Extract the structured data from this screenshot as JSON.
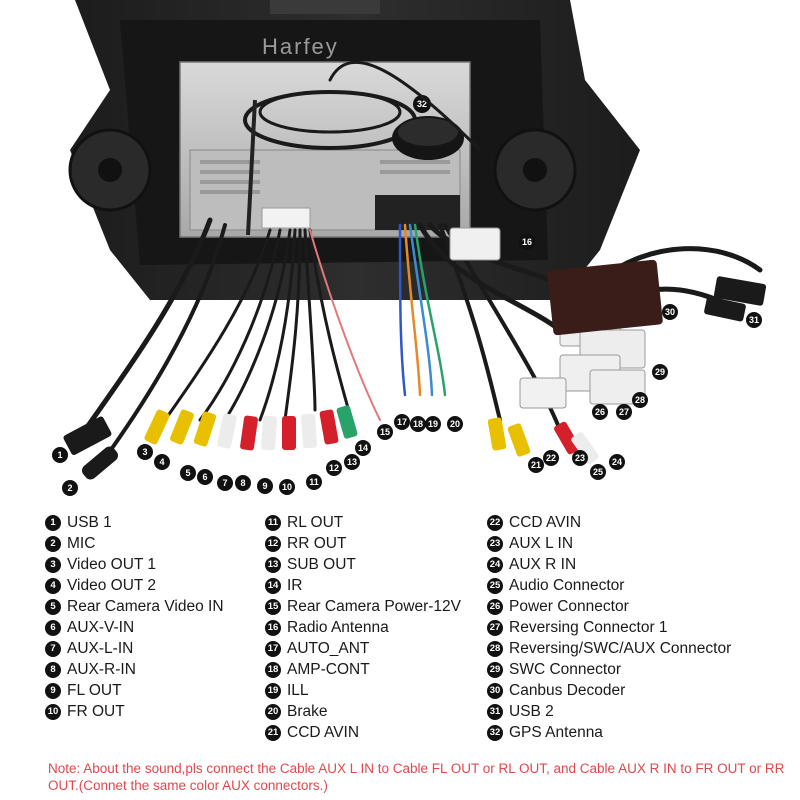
{
  "brand": "Harfey",
  "callout_32": "32",
  "callouts": [
    {
      "n": "1"
    },
    {
      "n": "2"
    },
    {
      "n": "3"
    },
    {
      "n": "4"
    },
    {
      "n": "5"
    },
    {
      "n": "6"
    },
    {
      "n": "7"
    },
    {
      "n": "8"
    },
    {
      "n": "9"
    },
    {
      "n": "10"
    },
    {
      "n": "11"
    },
    {
      "n": "12"
    },
    {
      "n": "13"
    },
    {
      "n": "14"
    },
    {
      "n": "15"
    },
    {
      "n": "16"
    },
    {
      "n": "17"
    },
    {
      "n": "18"
    },
    {
      "n": "19"
    },
    {
      "n": "20"
    },
    {
      "n": "21"
    },
    {
      "n": "22"
    },
    {
      "n": "23"
    },
    {
      "n": "24"
    },
    {
      "n": "25"
    },
    {
      "n": "26"
    },
    {
      "n": "27"
    },
    {
      "n": "28"
    },
    {
      "n": "29"
    },
    {
      "n": "30"
    },
    {
      "n": "31"
    }
  ],
  "legend": {
    "col1": [
      {
        "n": "1",
        "label": "USB 1"
      },
      {
        "n": "2",
        "label": "MIC"
      },
      {
        "n": "3",
        "label": "Video OUT 1"
      },
      {
        "n": "4",
        "label": "Video OUT 2"
      },
      {
        "n": "5",
        "label": "Rear Camera Video IN"
      },
      {
        "n": "6",
        "label": "AUX-V-IN"
      },
      {
        "n": "7",
        "label": "AUX-L-IN"
      },
      {
        "n": "8",
        "label": "AUX-R-IN"
      },
      {
        "n": "9",
        "label": "FL OUT"
      },
      {
        "n": "10",
        "label": "FR OUT"
      }
    ],
    "col2": [
      {
        "n": "11",
        "label": "RL OUT"
      },
      {
        "n": "12",
        "label": "RR OUT"
      },
      {
        "n": "13",
        "label": "SUB OUT"
      },
      {
        "n": "14",
        "label": "IR"
      },
      {
        "n": "15",
        "label": "Rear Camera Power-12V"
      },
      {
        "n": "16",
        "label": "Radio Antenna"
      },
      {
        "n": "17",
        "label": "AUTO_ANT"
      },
      {
        "n": "18",
        "label": "AMP-CONT"
      },
      {
        "n": "19",
        "label": "ILL"
      },
      {
        "n": "20",
        "label": "Brake"
      },
      {
        "n": "21",
        "label": "CCD AVIN"
      }
    ],
    "col3": [
      {
        "n": "22",
        "label": "CCD AVIN"
      },
      {
        "n": "23",
        "label": "AUX L IN"
      },
      {
        "n": "24",
        "label": "AUX R IN"
      },
      {
        "n": "25",
        "label": "Audio Connector"
      },
      {
        "n": "26",
        "label": "Power Connector"
      },
      {
        "n": "27",
        "label": "Reversing Connector 1"
      },
      {
        "n": "28",
        "label": "Reversing/SWC/AUX Connector"
      },
      {
        "n": "29",
        "label": "SWC Connector"
      },
      {
        "n": "30",
        "label": "Canbus Decoder"
      },
      {
        "n": "31",
        "label": "USB 2"
      },
      {
        "n": "32",
        "label": "GPS Antenna"
      }
    ]
  },
  "note": "Note: About the sound,pls connect the Cable AUX L IN to Cable FL OUT or RL OUT, and Cable AUX R IN to FR OUT or RR OUT.(Connet the same color AUX connectors.)"
}
